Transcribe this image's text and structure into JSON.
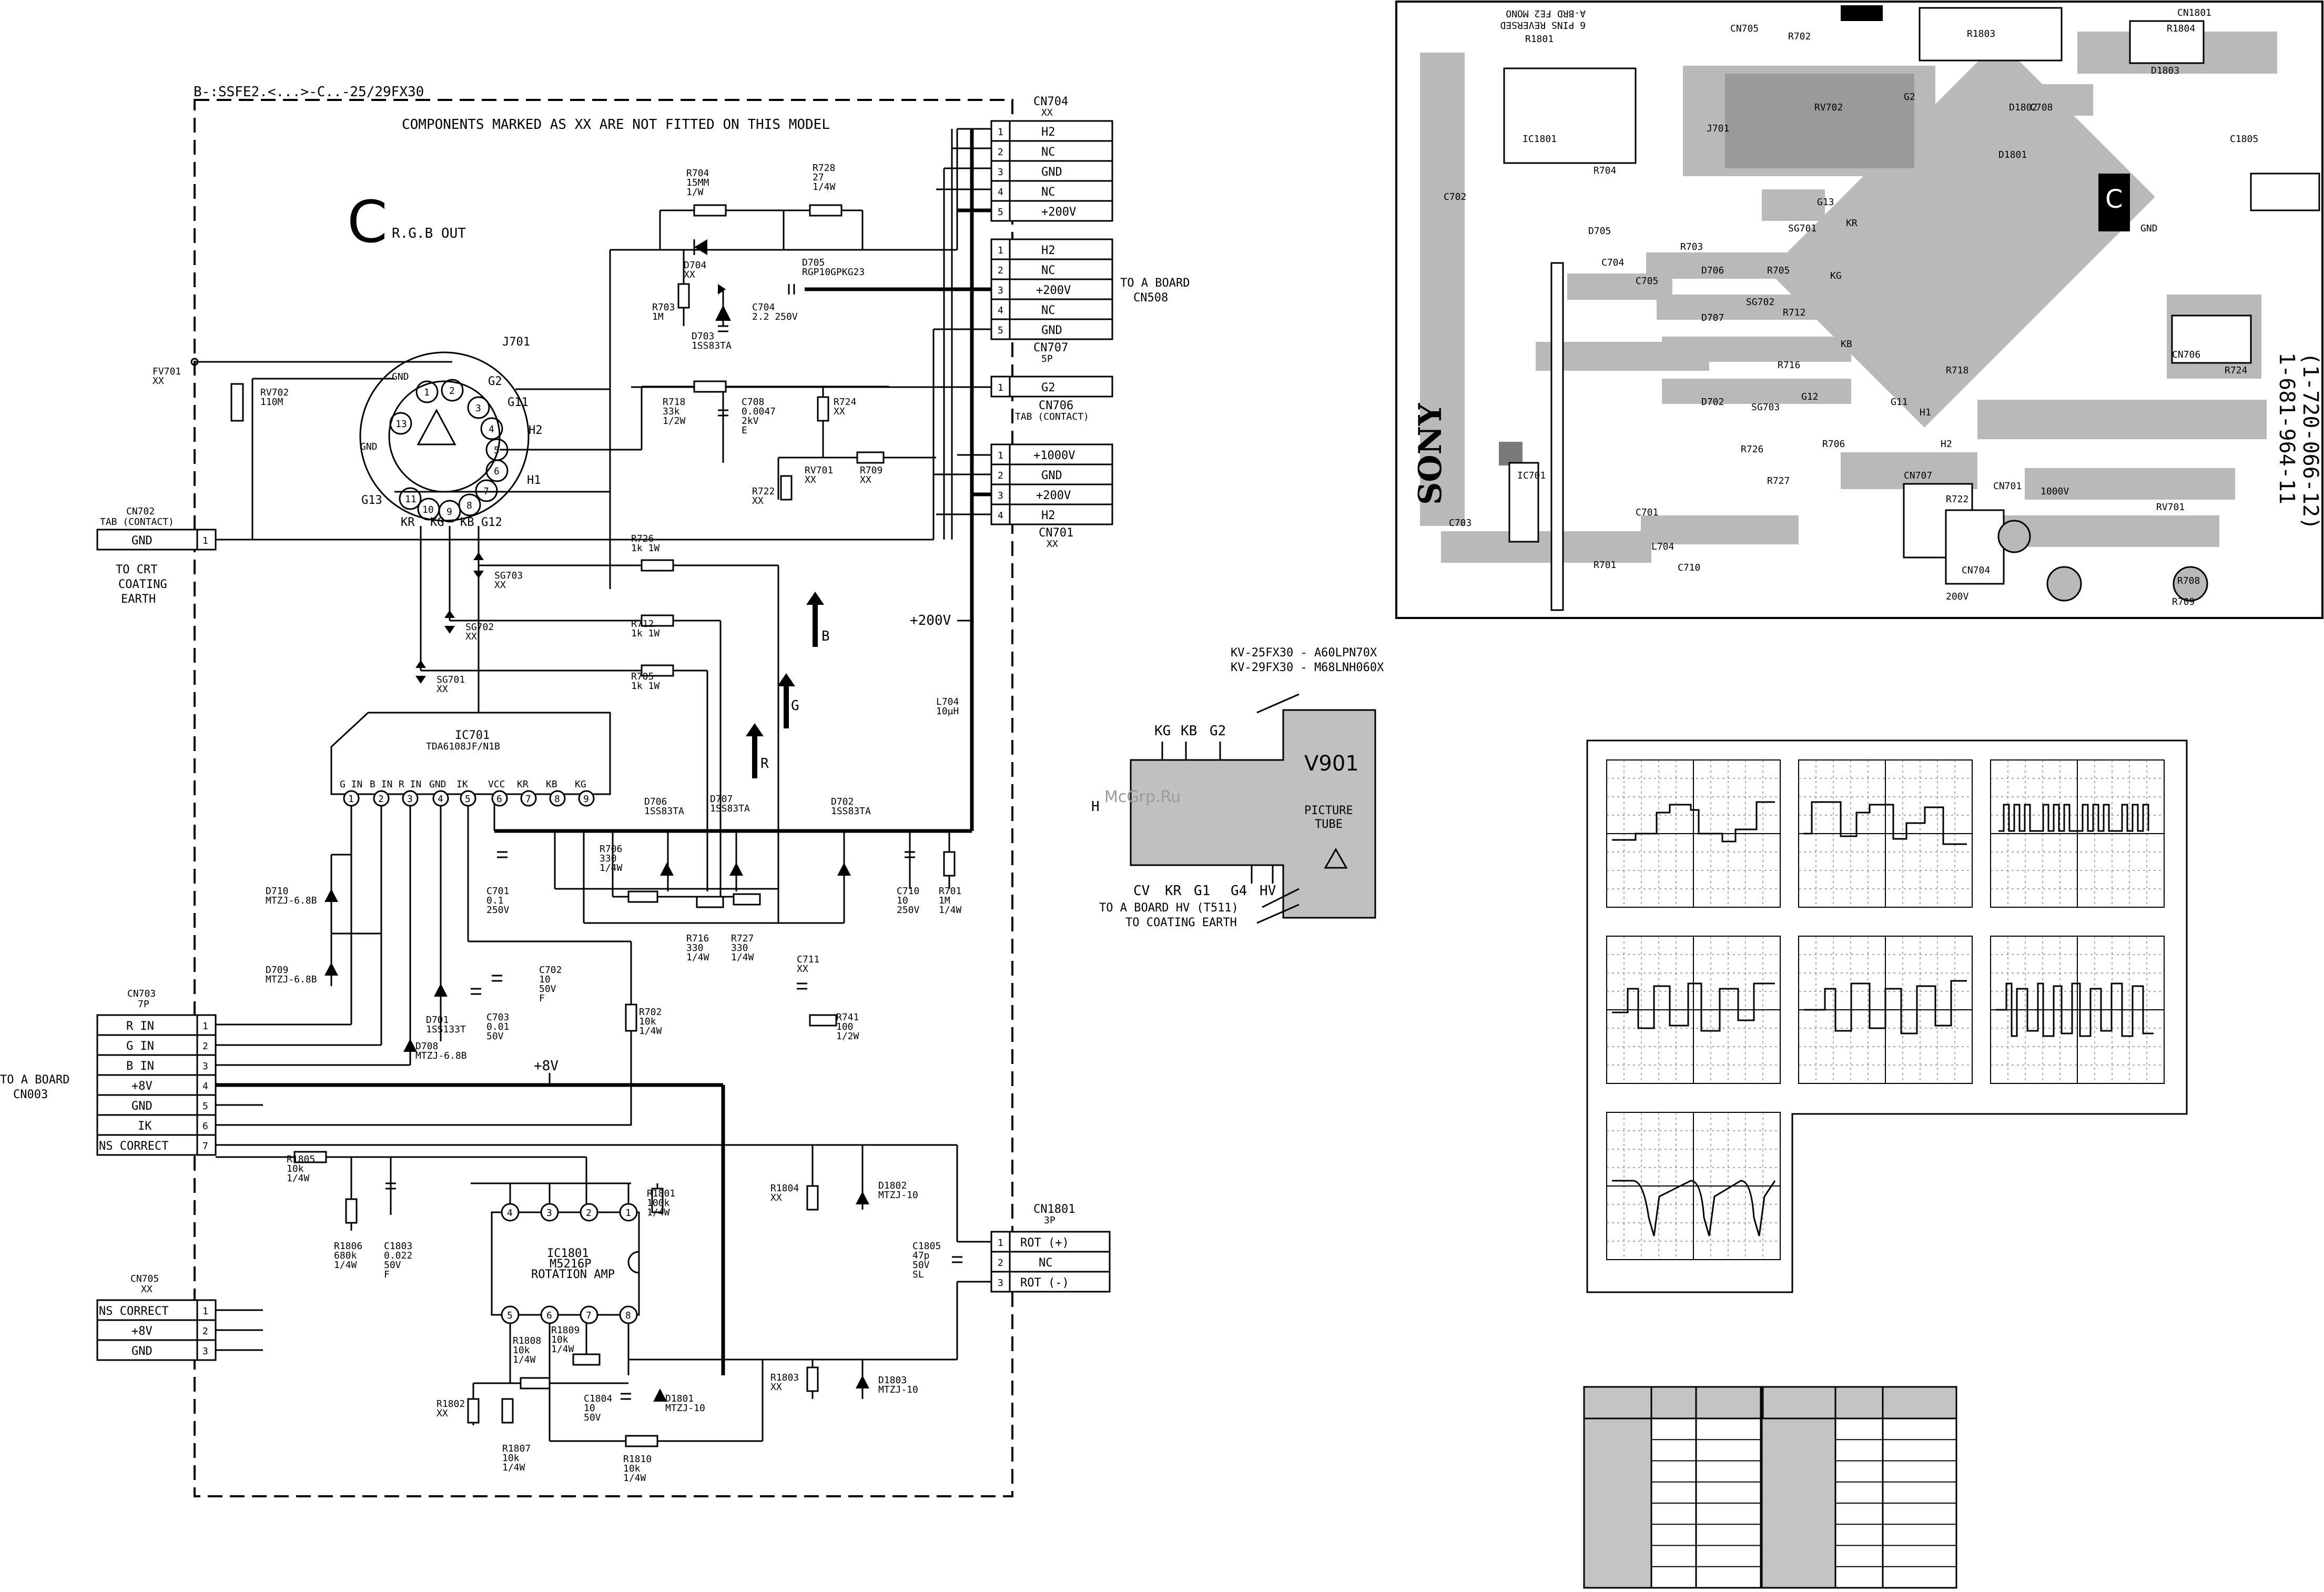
{
  "header": {
    "model_line": "B-:SSFE2.<...>-C..-25/29FX30",
    "note": "COMPONENTS MARKED AS XX ARE NOT FITTED ON THIS MODEL",
    "board_letter": "C",
    "board_name": "R.G.B OUT"
  },
  "connectors": {
    "cn704": {
      "ref": "CN704",
      "sub": "XX",
      "pins": [
        "H2",
        "NC",
        "GND",
        "NC",
        "+200V"
      ]
    },
    "cn_a": {
      "pins": [
        "H2",
        "NC",
        "+200V",
        "NC",
        "GND"
      ],
      "dest": "TO A BOARD",
      "dest_ref": "CN508"
    },
    "cn707": {
      "ref": "CN707",
      "sub": "5P",
      "pins": [
        "G2"
      ]
    },
    "cn706": {
      "ref": "CN706",
      "sub": "TAB (CONTACT)"
    },
    "cn701": {
      "ref": "CN701",
      "sub": "XX",
      "pins": [
        "+1000V",
        "GND",
        "+200V",
        "H2"
      ]
    },
    "cn702": {
      "ref": "CN702",
      "sub": "TAB (CONTACT)",
      "pin": "GND",
      "note": [
        "TO CRT",
        "COATING",
        "EARTH"
      ]
    },
    "cn703": {
      "ref": "CN703",
      "sub": "7P",
      "dest": "TO A BOARD",
      "dest_ref": "CN003",
      "pins": [
        "R IN",
        "G IN",
        "B IN",
        "+8V",
        "GND",
        "IK",
        "NS CORRECT"
      ]
    },
    "cn705": {
      "ref": "CN705",
      "sub": "XX",
      "pins": [
        "NS CORRECT",
        "+8V",
        "GND"
      ]
    },
    "cn1801": {
      "ref": "CN1801",
      "sub": "3P",
      "pins": [
        "ROT (+)",
        "NC",
        "ROT (-)"
      ]
    }
  },
  "ic701": {
    "ref": "IC701",
    "part": "TDA6108JF/N1B",
    "pins": [
      "G IN",
      "B IN",
      "R IN",
      "GND",
      "IK",
      "VCC",
      "KR",
      "KB",
      "KG"
    ],
    "numbers": [
      "1",
      "2",
      "3",
      "4",
      "5",
      "6",
      "7",
      "8",
      "9"
    ]
  },
  "ic1801": {
    "ref": "IC1801",
    "part": "M5216P",
    "name": "ROTATION AMP",
    "top": [
      "4",
      "3",
      "2",
      "1"
    ],
    "bottom": [
      "5",
      "6",
      "7",
      "8"
    ]
  },
  "socket": {
    "ref": "J701",
    "pins": [
      "1",
      "2",
      "3",
      "4",
      "5",
      "6",
      "7",
      "8",
      "9",
      "10",
      "11",
      "12",
      "13"
    ],
    "labels": [
      "GND",
      "G2",
      "G11",
      "H2",
      "H1",
      "G12",
      "KB",
      "KG",
      "KR",
      "G13",
      "GND"
    ]
  },
  "components": [
    {
      "id": "fv701",
      "ref": "FV701",
      "val": "XX"
    },
    {
      "id": "rv702",
      "ref": "RV702",
      "val": "110M"
    },
    {
      "id": "r704",
      "ref": "R704",
      "val": "15MM",
      "val2": "1/W"
    },
    {
      "id": "r728",
      "ref": "R728",
      "val": "27",
      "val2": "1/4W"
    },
    {
      "id": "d704",
      "ref": "D704",
      "val": "XX"
    },
    {
      "id": "d705",
      "ref": "D705",
      "val": "RGP10GPKG23"
    },
    {
      "id": "r703",
      "ref": "R703",
      "val": "1M"
    },
    {
      "id": "d703",
      "ref": "D703",
      "val": "1SS83TA"
    },
    {
      "id": "c704",
      "ref": "C704",
      "val": "2.2 250V"
    },
    {
      "id": "r718",
      "ref": "R718",
      "val": "33k",
      "val2": "1/2W"
    },
    {
      "id": "c708",
      "ref": "C708",
      "val": "0.0047",
      "val2": "2kV",
      "val3": "E"
    },
    {
      "id": "r724",
      "ref": "R724",
      "val": "XX"
    },
    {
      "id": "rv701",
      "ref": "RV701",
      "val": "XX"
    },
    {
      "id": "r709",
      "ref": "R709",
      "val": "XX"
    },
    {
      "id": "r722",
      "ref": "R722",
      "val": "XX"
    },
    {
      "id": "sg703",
      "ref": "SG703",
      "val": "XX"
    },
    {
      "id": "r726",
      "ref": "R726",
      "val": "1k 1W"
    },
    {
      "id": "sg702",
      "ref": "SG702",
      "val": "XX"
    },
    {
      "id": "r712",
      "ref": "R712",
      "val": "1k 1W"
    },
    {
      "id": "sg701",
      "ref": "SG701",
      "val": "XX"
    },
    {
      "id": "r705",
      "ref": "R705",
      "val": "1k 1W"
    },
    {
      "id": "l704",
      "ref": "L704",
      "val": "10μH"
    },
    {
      "id": "d706",
      "ref": "D706",
      "val": "1SS83TA"
    },
    {
      "id": "d707",
      "ref": "D707",
      "val": "1SS83TA"
    },
    {
      "id": "d702",
      "ref": "D702",
      "val": "1SS83TA"
    },
    {
      "id": "r706",
      "ref": "R706",
      "val": "330",
      "val2": "1/4W"
    },
    {
      "id": "c701",
      "ref": "C701",
      "val": "0.1",
      "val2": "250V"
    },
    {
      "id": "c710",
      "ref": "C710",
      "val": "10",
      "val2": "250V"
    },
    {
      "id": "r701",
      "ref": "R701",
      "val": "1M",
      "val2": "1/4W"
    },
    {
      "id": "r716",
      "ref": "R716",
      "val": "330",
      "val2": "1/4W"
    },
    {
      "id": "r727",
      "ref": "R727",
      "val": "330",
      "val2": "1/4W"
    },
    {
      "id": "d710",
      "ref": "D710",
      "val": "MTZJ-6.8B"
    },
    {
      "id": "d709",
      "ref": "D709",
      "val": "MTZJ-6.8B"
    },
    {
      "id": "c711",
      "ref": "C711",
      "val": "XX"
    },
    {
      "id": "r741",
      "ref": "R741",
      "val": "100",
      "val2": "1/2W"
    },
    {
      "id": "c702",
      "ref": "C702",
      "val": "10",
      "val2": "50V",
      "val3": "F"
    },
    {
      "id": "c703",
      "ref": "C703",
      "val": "0.01",
      "val2": "50V"
    },
    {
      "id": "d701",
      "ref": "D701",
      "val": "1SS133T"
    },
    {
      "id": "d708",
      "ref": "D708",
      "val": "MTZJ-6.8B"
    },
    {
      "id": "r702",
      "ref": "R702",
      "val": "10k",
      "val2": "1/4W"
    },
    {
      "id": "r1805",
      "ref": "R1805",
      "val": "10k",
      "val2": "1/4W"
    },
    {
      "id": "r1806",
      "ref": "R1806",
      "val": "680k",
      "val2": "1/4W"
    },
    {
      "id": "c1803",
      "ref": "C1803",
      "val": "0.022",
      "val2": "50V",
      "val3": "F"
    },
    {
      "id": "r1801",
      "ref": "R1801",
      "val": "100k",
      "val2": "1/4W"
    },
    {
      "id": "r1804",
      "ref": "R1804",
      "val": "XX"
    },
    {
      "id": "d1802",
      "ref": "D1802",
      "val": "MTZJ-10"
    },
    {
      "id": "c1805",
      "ref": "C1805",
      "val": "47p",
      "val2": "50V",
      "val3": "SL"
    },
    {
      "id": "r1808",
      "ref": "R1808",
      "val": "10k",
      "val2": "1/4W"
    },
    {
      "id": "r1809",
      "ref": "R1809",
      "val": "10k",
      "val2": "1/4W"
    },
    {
      "id": "r1802",
      "ref": "R1802",
      "val": "XX"
    },
    {
      "id": "r1807",
      "ref": "R1807",
      "val": "10k",
      "val2": "1/4W"
    },
    {
      "id": "c1804",
      "ref": "C1804",
      "val": "10",
      "val2": "50V"
    },
    {
      "id": "d1801",
      "ref": "D1801",
      "val": "MTZJ-10"
    },
    {
      "id": "r1803",
      "ref": "R1803",
      "val": "XX"
    },
    {
      "id": "d1803",
      "ref": "D1803",
      "val": "MTZJ-10"
    },
    {
      "id": "r1810",
      "ref": "R1810",
      "val": "10k",
      "val2": "1/4W"
    }
  ],
  "rails": {
    "v200": "+200V",
    "v8": "+8V",
    "arrow_r": "R",
    "arrow_g": "G",
    "arrow_b": "B"
  },
  "crt": {
    "ref": "V901",
    "models": [
      "KV-25FX30 - A60LPN70X",
      "KV-29FX30 - M68LNH060X"
    ],
    "top_pins": [
      "KG",
      "KB",
      "G2"
    ],
    "bottom_pins": [
      "CV",
      "KR",
      "G1",
      "G4",
      "HV"
    ],
    "h_label": "H",
    "tube_label": [
      "PICTURE",
      "TUBE"
    ],
    "watermark": "McGrp.Ru",
    "notes": [
      "TO A BOARD HV (T511)",
      "TO COATING EARTH"
    ]
  },
  "pcb": {
    "brand": "SONY",
    "part1": "1-681-964-11",
    "part2": "(1-720-066-12)",
    "letter": "C",
    "labels": [
      "R1801",
      "IC1801",
      "CN705",
      "RV702",
      "R702",
      "R703",
      "C704",
      "D705",
      "R704",
      "CN704",
      "CN707",
      "CN701",
      "CN706",
      "R718",
      "R722",
      "RV701",
      "R709",
      "R708",
      "C702",
      "C703",
      "IC701",
      "R701",
      "C710",
      "L704",
      "D706",
      "D707",
      "D702",
      "SG701",
      "SG702",
      "SG703",
      "R705",
      "R712",
      "R726",
      "R716",
      "R727",
      "J701",
      "G2",
      "G11",
      "G12",
      "G13",
      "KR",
      "KG",
      "KB",
      "H1",
      "H2",
      "GND",
      "200V",
      "1000V",
      "D1801",
      "D1802",
      "D1803",
      "R1803",
      "R1804",
      "C1805",
      "CN1801",
      "R724",
      "C708",
      "C705",
      "C701",
      "R706"
    ],
    "mirrored_note": [
      "A-BRD FE2 MONO",
      "6 PINS REVERSED"
    ]
  },
  "table": {
    "rows": 8
  }
}
